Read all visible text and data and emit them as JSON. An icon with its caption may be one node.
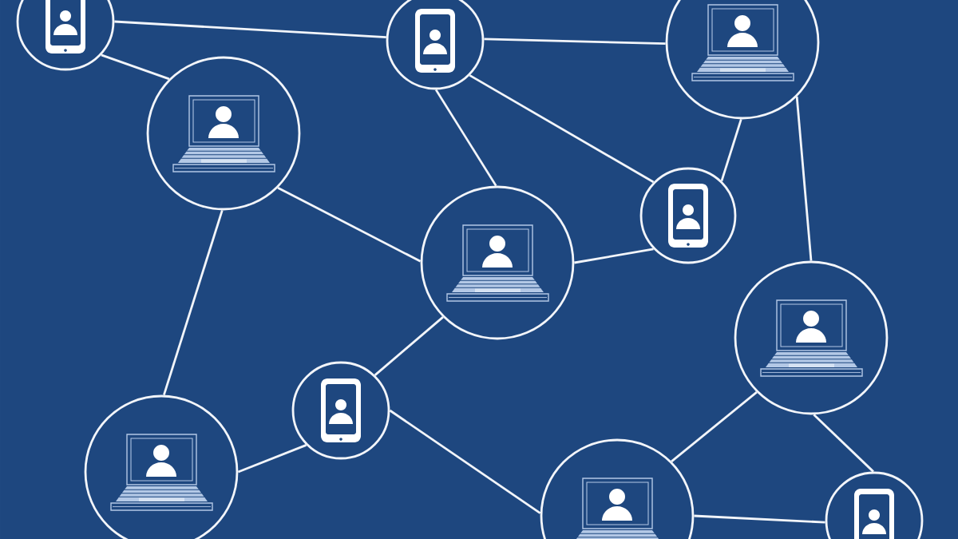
{
  "diagram": {
    "nodes": [
      {
        "text": [],
        "shape": "circle"
      },
      {
        "text": [],
        "shape": "circle"
      },
      {
        "text": [],
        "shape": "circle"
      },
      {
        "text": [],
        "shape": "circle"
      },
      {
        "text": [],
        "shape": "circle"
      },
      {
        "text": [],
        "shape": "circle"
      },
      {
        "text": [],
        "shape": "circle"
      },
      {
        "text": [],
        "shape": "circle"
      },
      {
        "text": [],
        "shape": "circle"
      },
      {
        "text": [],
        "shape": "circle"
      },
      {
        "text": [],
        "shape": "circle"
      }
    ],
    "edges": [
      {
        "from": 0,
        "to": 1,
        "arrow": "none"
      },
      {
        "from": 0,
        "to": 3,
        "arrow": "none"
      },
      {
        "from": 1,
        "to": 2,
        "arrow": "none"
      },
      {
        "from": 1,
        "to": 5,
        "arrow": "none"
      },
      {
        "from": 1,
        "to": 4,
        "arrow": "none"
      },
      {
        "from": 2,
        "to": 4,
        "arrow": "none"
      },
      {
        "from": 2,
        "to": 6,
        "arrow": "none"
      },
      {
        "from": 3,
        "to": 5,
        "arrow": "none"
      },
      {
        "from": 3,
        "to": 8,
        "arrow": "none"
      },
      {
        "from": 5,
        "to": 4,
        "arrow": "none"
      },
      {
        "from": 5,
        "to": 7,
        "arrow": "none"
      },
      {
        "from": 7,
        "to": 8,
        "arrow": "none"
      },
      {
        "from": 7,
        "to": 9,
        "arrow": "none"
      },
      {
        "from": 6,
        "to": 9,
        "arrow": "none"
      },
      {
        "from": 6,
        "to": 10,
        "arrow": "none"
      },
      {
        "from": 9,
        "to": 10,
        "arrow": "none"
      }
    ]
  }
}
